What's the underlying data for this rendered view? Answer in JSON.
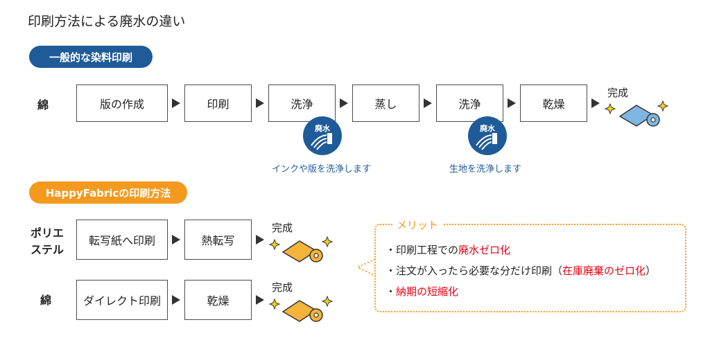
{
  "title": "印刷方法による廃水の違い",
  "general": {
    "label": "一般的な染料印刷",
    "row_label": "綿",
    "steps": [
      "版の作成",
      "印刷",
      "洗浄",
      "蒸し",
      "洗浄",
      "乾燥"
    ],
    "done": "完成",
    "wastewater": [
      {
        "badge": "廃水",
        "caption": "インクや版を洗浄します"
      },
      {
        "badge": "廃水",
        "caption": "生地を洗浄します"
      }
    ]
  },
  "happy": {
    "label": "HappyFabricの印刷方法",
    "rows": [
      {
        "label_line1": "ポリエ",
        "label_line2": "ステル",
        "steps": [
          "転写紙へ印刷",
          "熱転写"
        ],
        "done": "完成"
      },
      {
        "label": "綿",
        "steps": [
          "ダイレクト印刷",
          "乾燥"
        ],
        "done": "完成"
      }
    ]
  },
  "merit": {
    "title": "メリット",
    "items": [
      {
        "prefix": "・印刷工程での",
        "highlight": "廃水ゼロ化"
      },
      {
        "prefix": "・注文が入ったら必要な分だけ印刷（",
        "highlight": "在庫廃棄のゼロ化",
        "suffix": "）"
      },
      {
        "bullet": "・",
        "highlight": "納期の短縮化"
      }
    ]
  },
  "colors": {
    "blue": "#1f5b98",
    "orange": "#f39a1e",
    "red": "#e60012",
    "roll_blue": "#7fb6e3",
    "roll_orange": "#f4b33a"
  }
}
